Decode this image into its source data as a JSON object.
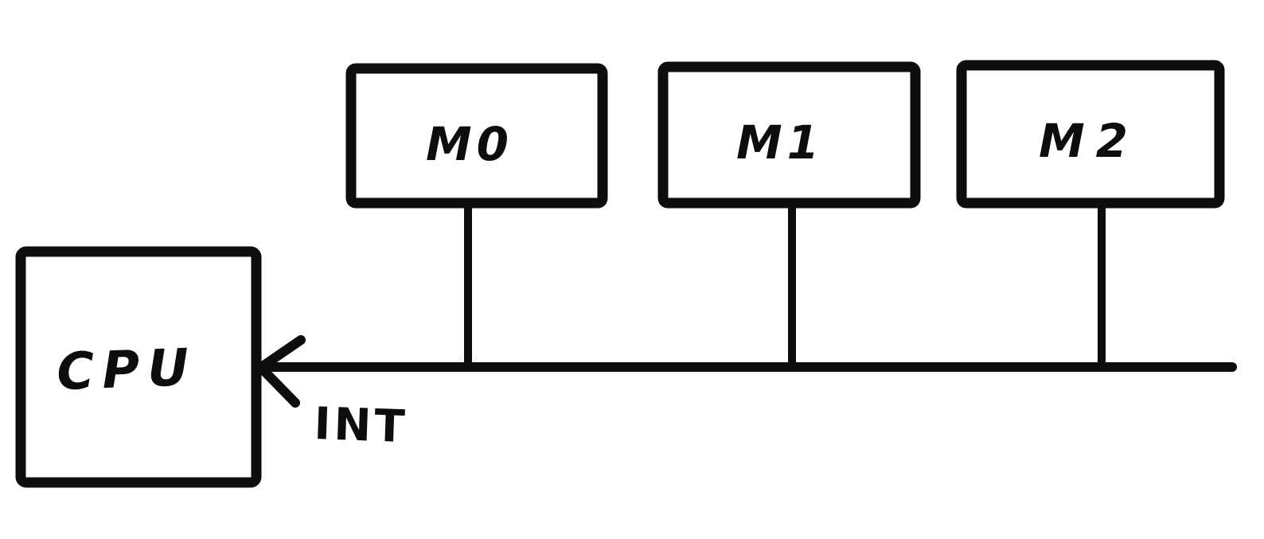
{
  "diagram": {
    "type": "hand-drawn block diagram",
    "background_color": "#ffffff",
    "stroke_color": "#0d0d0d",
    "cpu": {
      "label": "CPU"
    },
    "modules": [
      {
        "label": "M0"
      },
      {
        "label": "M1"
      },
      {
        "label": "M2"
      }
    ],
    "interrupt": {
      "label": "INT"
    }
  }
}
